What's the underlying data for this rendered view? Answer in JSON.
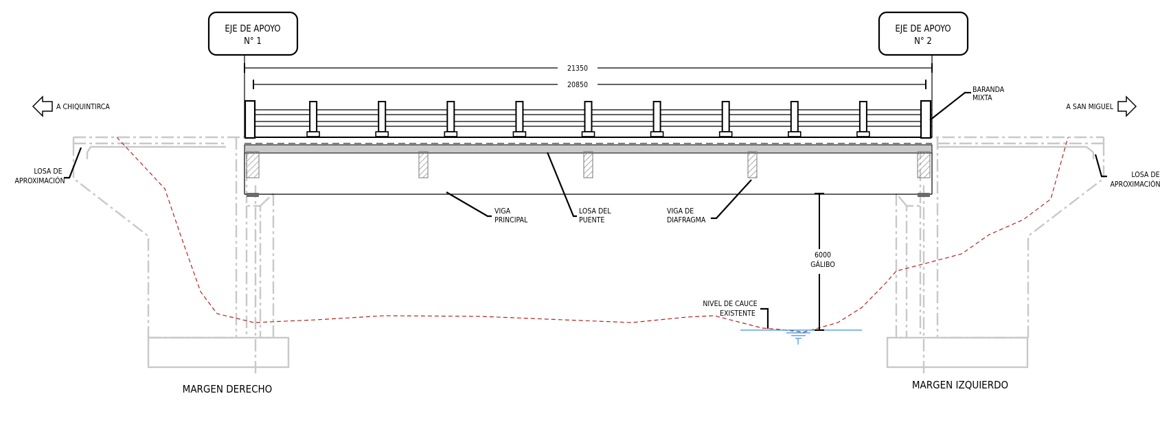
{
  "support_axis_1": {
    "line1": "EJE DE APOYO",
    "line2": "N° 1"
  },
  "support_axis_2": {
    "line1": "EJE DE APOYO",
    "line2": "N° 2"
  },
  "dimensions": {
    "total_length": "21350",
    "span_length": "20850",
    "clearance": "6000",
    "clearance_label": "GÁLIBO"
  },
  "directions": {
    "left": "A CHIQUINTIRCA",
    "right": "A SAN MIGUEL"
  },
  "labels": {
    "railing_line1": "BARANDA",
    "railing_line2": "MIXTA",
    "approach_slab_line1": "LOSA DE",
    "approach_slab_line2": "APROXIMACIÓN",
    "main_beam_line1": "VIGA",
    "main_beam_line2": "PRINCIPAL",
    "deck_slab_line1": "LOSA DEL",
    "deck_slab_line2": "PUENTE",
    "diaphragm_line1": "VIGA DE",
    "diaphragm_line2": "DIAFRAGMA",
    "riverbed_line1": "NIVEL DE CAUCE",
    "riverbed_line2": "EXISTENTE"
  },
  "banks": {
    "right_bank": "MARGEN DERECHO",
    "left_bank": "MARGEN IZQUIERDO"
  },
  "colors": {
    "linework": "#000000",
    "ghost": "#c8c8c8",
    "terrain": "#b2231f",
    "water": "#3a8fd8"
  }
}
